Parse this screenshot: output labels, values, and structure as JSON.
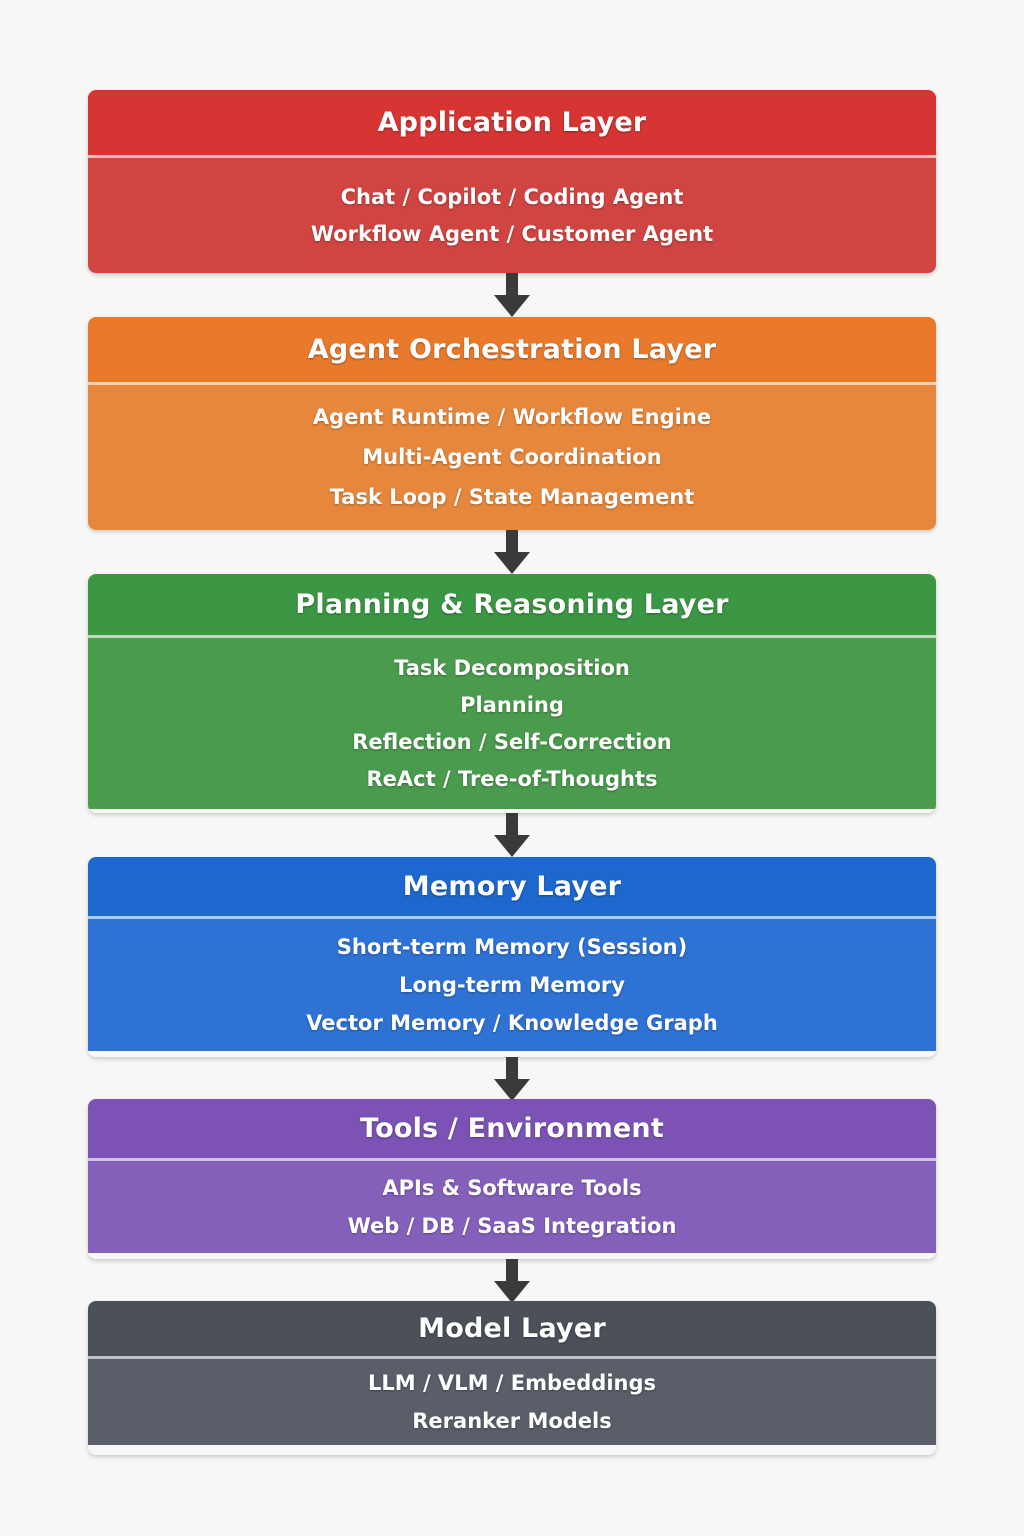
{
  "layers": [
    {
      "title": "Application Layer",
      "header_color": "#d63533",
      "body_color": "#d04542",
      "items": [
        "Chat / Copilot / Coding Agent",
        "Workflow Agent / Customer Agent"
      ]
    },
    {
      "title": "Agent Orchestration Layer",
      "header_color": "#e97a2c",
      "body_color": "#e6873c",
      "items": [
        "Agent Runtime / Workflow Engine",
        "Multi-Agent Coordination",
        "Task Loop / State Management"
      ]
    },
    {
      "title": "Planning & Reasoning Layer",
      "header_color": "#3b9743",
      "body_color": "#4a9b4d",
      "items": [
        "Task Decomposition",
        "Planning",
        "Reflection / Self-Correction",
        "ReAct / Tree-of-Thoughts"
      ]
    },
    {
      "title": "Memory Layer",
      "header_color": "#1d68ce",
      "body_color": "#2e72d3",
      "items": [
        "Short-term Memory (Session)",
        "Long-term Memory",
        "Vector Memory / Knowledge Graph"
      ]
    },
    {
      "title": "Tools / Environment",
      "header_color": "#7c53b5",
      "body_color": "#8460bb",
      "items": [
        "APIs & Software Tools",
        "Web / DB / SaaS Integration"
      ]
    },
    {
      "title": "Model Layer",
      "header_color": "#4c5059",
      "body_color": "#5a5e69",
      "items": [
        "LLM / VLM / Embeddings",
        "Reranker Models"
      ]
    }
  ],
  "arrow_color": "#3a3a3a"
}
